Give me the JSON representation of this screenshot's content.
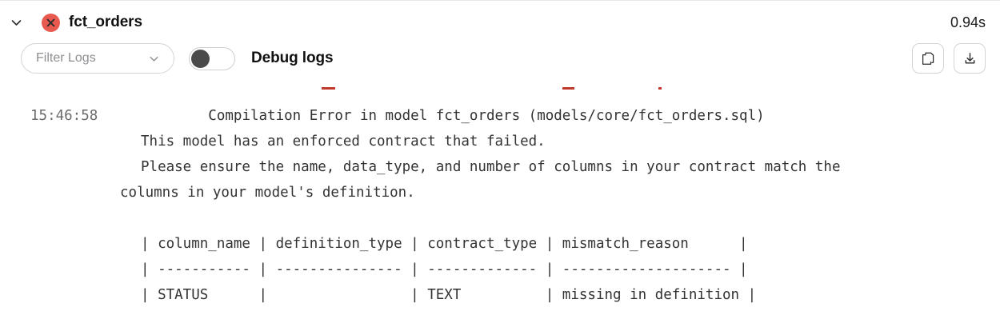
{
  "header": {
    "collapse_icon": "chevron-down-icon",
    "status_icon": "error-circle-x-icon",
    "status_color": "#e8594f",
    "title": "fct_orders",
    "duration": "0.94s"
  },
  "toolbar": {
    "filter": {
      "placeholder": "Filter Logs",
      "value": "",
      "caret_icon": "chevron-down-icon",
      "options": []
    },
    "debug_toggle": {
      "label": "Debug logs",
      "state": "off"
    },
    "copy_button": {
      "icon": "copy-icon",
      "label": ""
    },
    "download_button": {
      "icon": "download-icon",
      "label": ""
    }
  },
  "log": {
    "timestamp": "15:46:58",
    "lines": [
      "Compilation Error in model fct_orders (models/core/fct_orders.sql)",
      "This model has an enforced contract that failed.",
      "Please ensure the name, data_type, and number of columns in your contract match the",
      "columns in your model's definition."
    ],
    "table_rows": [
      "| column_name | definition_type | contract_type | mismatch_reason      |",
      "| ----------- | --------------- | ------------- | -------------------- |",
      "| STATUS      |                 | TEXT          | missing in definition |"
    ],
    "clipped_top_line_color": "#c0392b"
  }
}
